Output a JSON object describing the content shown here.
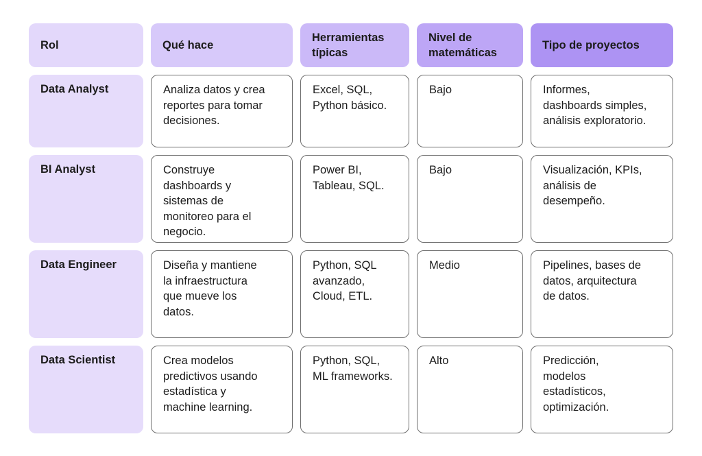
{
  "colors": {
    "header_1": "#e3d8fb",
    "header_2": "#d7c9fa",
    "header_3": "#cbb9f8",
    "header_4": "#bda6f6",
    "header_5": "#ad93f3",
    "role_bg": "#e6dcfb",
    "border": "#6e6e6e"
  },
  "headers": [
    "Rol",
    "Qué hace",
    "Herramientas\ntípicas",
    "Nivel de\nmatemáticas",
    "Tipo de proyectos"
  ],
  "rows": [
    {
      "role": "Data Analyst",
      "what": "Analiza datos y crea\nreportes para tomar\ndecisiones.",
      "tools": "Excel, SQL,\nPython básico.",
      "math": "Bajo",
      "projects": "Informes,\ndashboards simples,\nanálisis exploratorio."
    },
    {
      "role": "BI Analyst",
      "what": "Construye\ndashboards y\nsistemas de\nmonitoreo para el\nnegocio.",
      "tools": "Power BI,\nTableau, SQL.",
      "math": "Bajo",
      "projects": "Visualización, KPIs,\nanálisis de\ndesempeño."
    },
    {
      "role": "Data Engineer",
      "what": "Diseña y mantiene\nla infraestructura\nque mueve los\ndatos.",
      "tools": "Python, SQL\navanzado,\nCloud, ETL.",
      "math": "Medio",
      "projects": "Pipelines, bases de\ndatos, arquitectura\nde datos."
    },
    {
      "role": "Data Scientist",
      "what": "Crea modelos\npredictivos usando\nestadística y\nmachine learning.",
      "tools": "Python, SQL,\nML frameworks.",
      "math": "Alto",
      "projects": "Predicción,\nmodelos\nestadísticos,\noptimización."
    }
  ]
}
